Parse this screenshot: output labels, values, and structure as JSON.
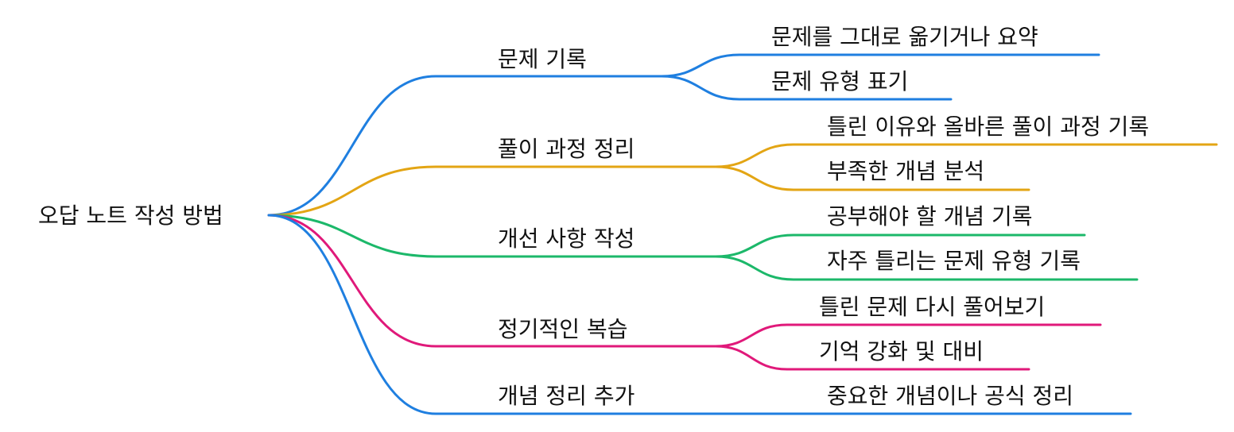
{
  "root": {
    "label": "오답 노트 작성 방법"
  },
  "branches": [
    {
      "label": "문제 기록",
      "color": "#1f7fe0",
      "children": [
        {
          "label": "문제를 그대로 옮기거나 요약"
        },
        {
          "label": "문제 유형 표기"
        }
      ]
    },
    {
      "label": "풀이 과정 정리",
      "color": "#e3a514",
      "children": [
        {
          "label": "틀린 이유와 올바른 풀이 과정 기록"
        },
        {
          "label": "부족한 개념 분석"
        }
      ]
    },
    {
      "label": "개선 사항 작성",
      "color": "#1cb86a",
      "children": [
        {
          "label": "공부해야 할 개념 기록"
        },
        {
          "label": "자주 틀리는 문제 유형 기록"
        }
      ]
    },
    {
      "label": "정기적인 복습",
      "color": "#e0197a",
      "children": [
        {
          "label": "틀린 문제 다시 풀어보기"
        },
        {
          "label": "기억 강화 및 대비"
        }
      ]
    },
    {
      "label": "개념 정리 추가",
      "color": "#1f7fe0",
      "children": [
        {
          "label": "중요한 개념이나 공식 정리"
        }
      ]
    }
  ]
}
